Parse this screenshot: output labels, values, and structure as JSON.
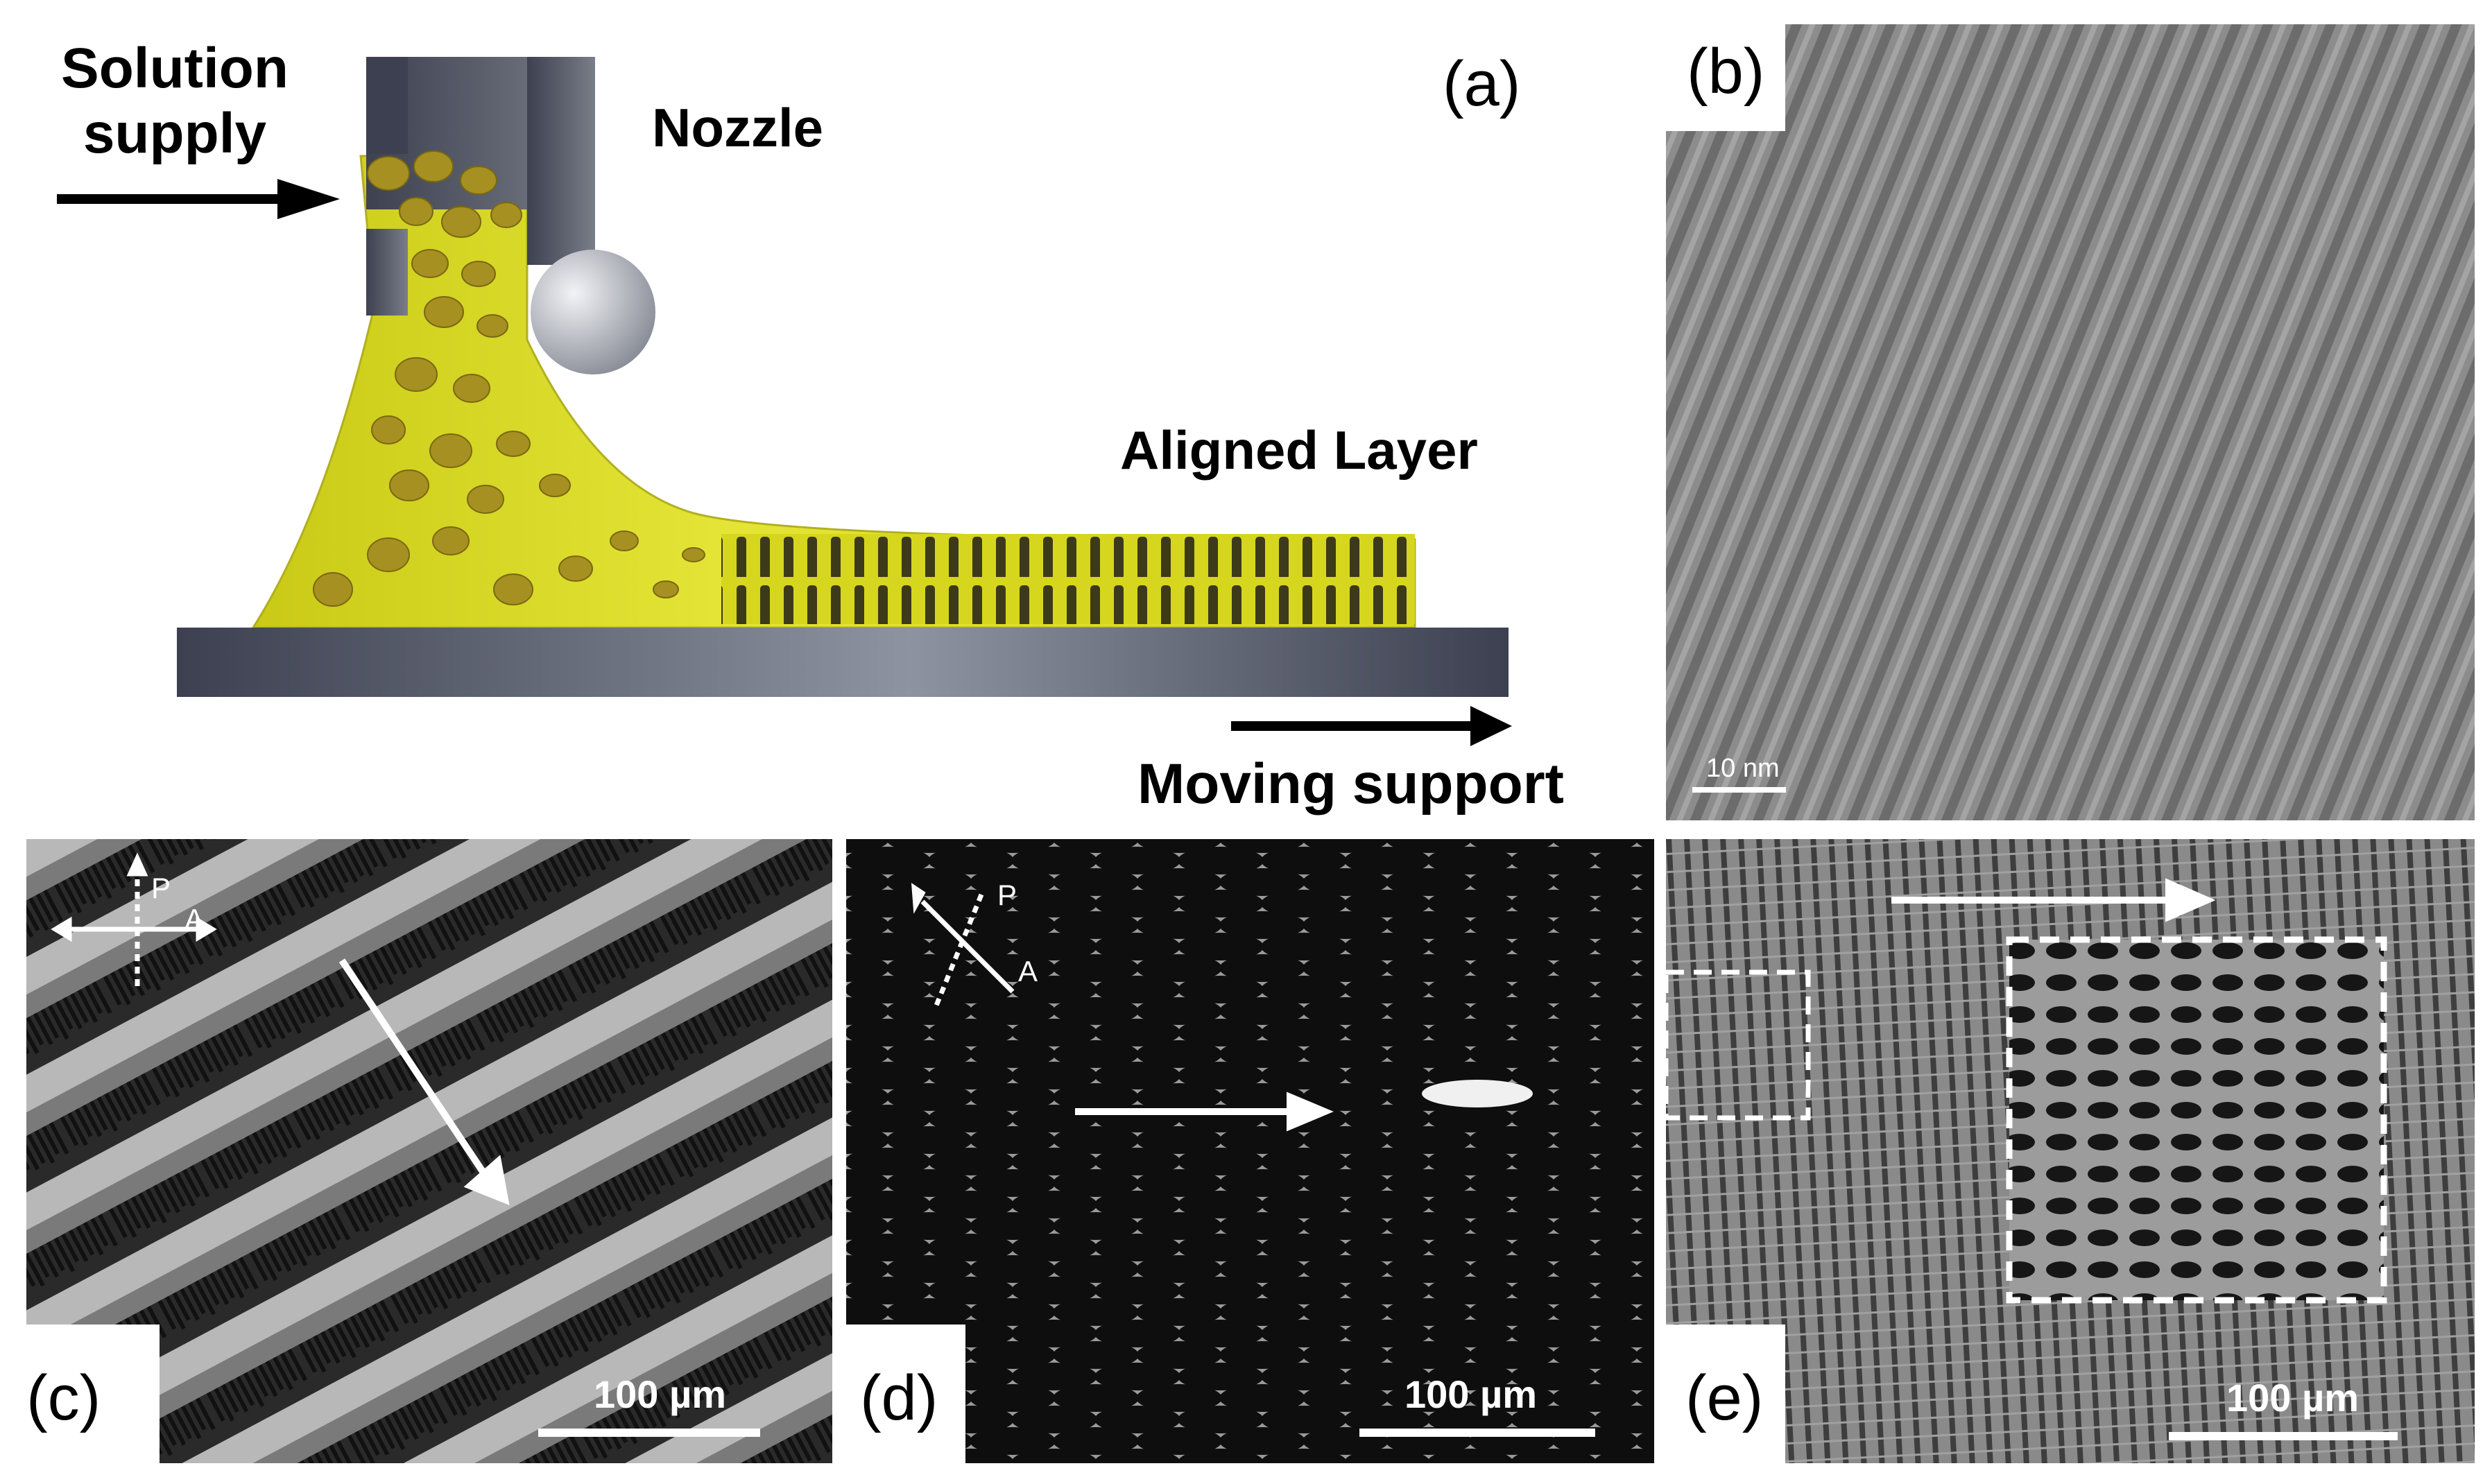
{
  "figure": {
    "panel_a": {
      "letter": "(a)",
      "label_solution": [
        "Solution",
        "supply"
      ],
      "label_nozzle": "Nozzle",
      "label_layer": "Aligned Layer",
      "label_moving": "Moving support"
    },
    "panel_b": {
      "letter": "(b)",
      "scale_bar": "10 nm"
    },
    "panel_c": {
      "letter": "(c)",
      "scale_bar": "100 µm",
      "polarizer": "P",
      "analyzer": "A"
    },
    "panel_d": {
      "letter": "(d)",
      "scale_bar": "100 µm",
      "polarizer": "P",
      "analyzer": "A"
    },
    "panel_e": {
      "letter": "(e)",
      "scale_bar": "100 µm"
    }
  },
  "colors": {
    "film_yellow": "#d8d820",
    "nozzle_gray": "#4a4e5a",
    "micrograph_gray": "#8a8a8a"
  }
}
